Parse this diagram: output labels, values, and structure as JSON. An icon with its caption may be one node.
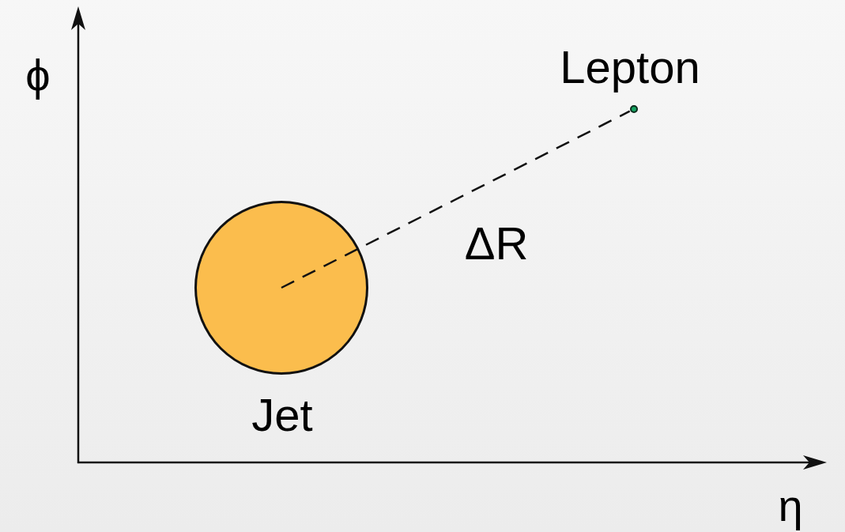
{
  "diagram": {
    "nodes": [
      {
        "text": [],
        "shape": "circle",
        "beside": [
          "Jet"
        ]
      },
      {
        "text": [],
        "shape": "circle",
        "beside": [
          "Lepton"
        ]
      }
    ],
    "edges": [
      {
        "from": 0,
        "to": 1,
        "arrow": "none",
        "style": "dashed",
        "label": "ΔR"
      }
    ],
    "labels": [
      "ϕ",
      "η"
    ]
  }
}
